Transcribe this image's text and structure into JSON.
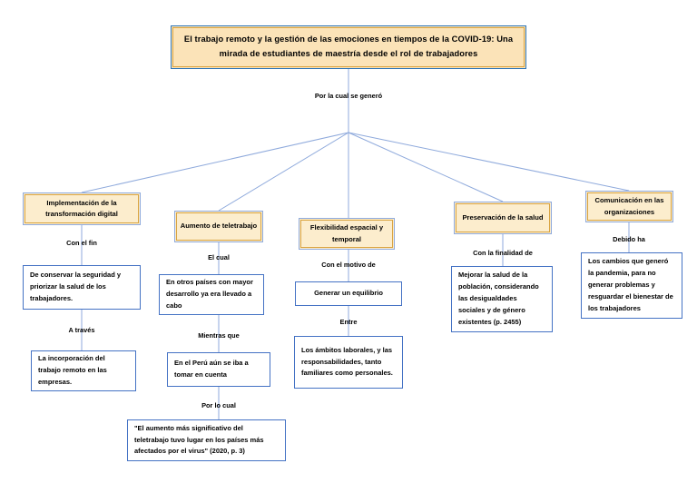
{
  "diagram": {
    "type": "concept-map",
    "title_node": {
      "id": "root",
      "text": "El trabajo remoto y la gestión de las emociones en tiempos de la COVID-19: Una mirada de estudiantes de maestría desde el rol de trabajadores"
    },
    "root_edge_label": "Por la cual se generó",
    "branches": [
      {
        "id": "branch-transformacion-digital",
        "label": "Implementación de la transformación digital",
        "children": [
          {
            "id": "edge-con-el-fin",
            "kind": "edge-label",
            "text": "Con el fin"
          },
          {
            "id": "node-conservar-seguridad",
            "kind": "node",
            "text": "De conservar la seguridad y priorizar la salud de los trabajadores."
          },
          {
            "id": "edge-a-traves",
            "kind": "edge-label",
            "text": "A través"
          },
          {
            "id": "node-incorporacion-trabajo-remoto",
            "kind": "node",
            "text": "La incorporación del trabajo remoto en las empresas."
          }
        ]
      },
      {
        "id": "branch-aumento-teletrabajo",
        "label": "Aumento de teletrabajo",
        "children": [
          {
            "id": "edge-el-cual",
            "kind": "edge-label",
            "text": "El cual"
          },
          {
            "id": "node-otros-paises",
            "kind": "node",
            "text": "En otros países con mayor desarrollo ya era llevado a cabo"
          },
          {
            "id": "edge-mientras-que",
            "kind": "edge-label",
            "text": "Mientras que"
          },
          {
            "id": "node-peru-tomar-en-cuenta",
            "kind": "node",
            "text": "En el Perú aún se iba a tomar en cuenta"
          },
          {
            "id": "edge-por-lo-cual",
            "kind": "edge-label",
            "text": "Por lo cual"
          },
          {
            "id": "node-cita-aumento",
            "kind": "node",
            "text": "\"El aumento más significativo del teletrabajo tuvo lugar en los países más afectados por el virus\" (2020, p. 3)"
          }
        ]
      },
      {
        "id": "branch-flexibilidad",
        "label": "Flexibilidad espacial y temporal",
        "children": [
          {
            "id": "edge-con-el-motivo-de",
            "kind": "edge-label",
            "text": "Con el motivo de"
          },
          {
            "id": "node-generar-equilibrio",
            "kind": "node",
            "text": "Generar un equilibrio"
          },
          {
            "id": "edge-entre",
            "kind": "edge-label",
            "text": "Entre"
          },
          {
            "id": "node-ambitos-laborales",
            "kind": "node",
            "text": "Los ámbitos laborales, y las responsabilidades, tanto familiares como personales."
          }
        ]
      },
      {
        "id": "branch-preservacion-salud",
        "label": "Preservación de la salud",
        "children": [
          {
            "id": "edge-con-la-finalidad-de",
            "kind": "edge-label",
            "text": "Con la finalidad de"
          },
          {
            "id": "node-mejorar-salud",
            "kind": "node",
            "text": "Mejorar la salud de la población, considerando las desigualdades sociales y de género existentes (p. 2455)"
          }
        ]
      },
      {
        "id": "branch-comunicacion",
        "label": "Comunicación en las organizaciones",
        "children": [
          {
            "id": "edge-debido-ha",
            "kind": "edge-label",
            "text": "Debido ha"
          },
          {
            "id": "node-cambios-pandemia",
            "kind": "node",
            "text": "Los cambios que generó la pandemia, para no generar problemas y resguardar el bienestar de los trabajadores"
          }
        ]
      }
    ],
    "colors": {
      "title_fill": "#fbe3b8",
      "title_border": "#2e75b6",
      "title_inner_border": "#d9a441",
      "branch_fill": "#fcedcd",
      "branch_border": "#8faadc",
      "detail_fill": "#ffffff",
      "detail_border": "#4472c4",
      "connector": "#8faadc",
      "text": "#000000",
      "background": "#ffffff"
    }
  }
}
